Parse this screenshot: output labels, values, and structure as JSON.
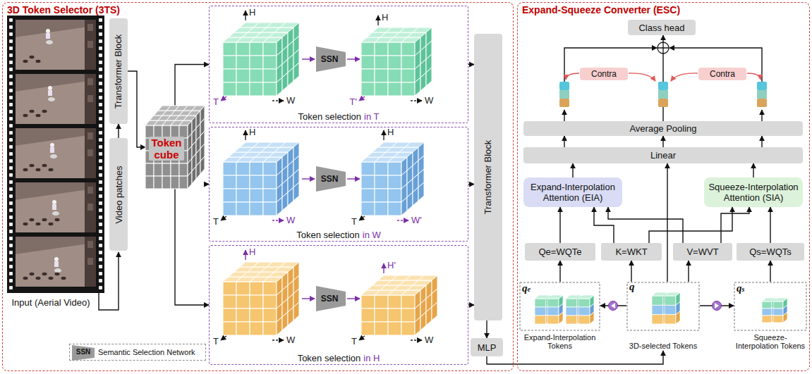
{
  "diagram": {
    "nodes": [
      {
        "text": [
          "3D Token Selector (3TS)"
        ]
      },
      {
        "text": [
          "Transformer Block"
        ],
        "in": 0
      },
      {
        "text": [
          "Video patches"
        ],
        "in": 0
      },
      {
        "text": [
          "Token cube"
        ],
        "in": 0
      },
      {
        "text": [
          "Token selection",
          "in T"
        ],
        "in": 0
      },
      {
        "text": [
          "SSN"
        ],
        "in": 4
      },
      {
        "text": [
          "Token selection",
          "in W"
        ],
        "in": 0
      },
      {
        "text": [
          "SSN"
        ],
        "in": 6
      },
      {
        "text": [
          "Token selection",
          "in H"
        ],
        "in": 0
      },
      {
        "text": [
          "SSN"
        ],
        "in": 8
      },
      {
        "text": [
          "Transformer Block"
        ],
        "in": 0
      },
      {
        "text": [
          "MLP"
        ],
        "in": 0
      },
      {
        "text": [
          "Expand-Squeeze Converter (ESC)"
        ]
      },
      {
        "text": [
          "Class head"
        ],
        "in": 12
      },
      {
        "text": [
          "Contra"
        ],
        "in": 12
      },
      {
        "text": [
          "Contra"
        ],
        "in": 12
      },
      {
        "text": [
          "Average Pooling"
        ],
        "in": 12
      },
      {
        "text": [
          "Linear"
        ],
        "in": 12
      },
      {
        "text": [
          "Expand-Interpolation Attention (EIA)"
        ],
        "in": 12
      },
      {
        "text": [
          "Squeeze-Interpolation Attention (SIA)"
        ],
        "in": 12
      },
      {
        "text": [
          "Qe=WQTe"
        ],
        "in": 12
      },
      {
        "text": [
          "K=WKT"
        ],
        "in": 12
      },
      {
        "text": [
          "V=WVT"
        ],
        "in": 12
      },
      {
        "text": [
          "Qs=WQTs"
        ],
        "in": 12
      },
      {
        "text": [
          "Expand-Interpolation Tokens"
        ],
        "in": 12
      },
      {
        "text": [
          "3D-selected Tokens"
        ],
        "in": 12
      },
      {
        "text": [
          "Squeeze-Interpolation Tokens"
        ],
        "in": 12
      }
    ],
    "edges": [
      {
        "from": 2,
        "to": 1,
        "arrow": "to"
      },
      {
        "from": 1,
        "to": 3,
        "arrow": "to"
      },
      {
        "from": 3,
        "to": 4,
        "arrow": "to"
      },
      {
        "from": 3,
        "to": 6,
        "arrow": "to"
      },
      {
        "from": 3,
        "to": 8,
        "arrow": "to"
      },
      {
        "from": 4,
        "to": 10,
        "arrow": "to"
      },
      {
        "from": 6,
        "to": 10,
        "arrow": "to"
      },
      {
        "from": 8,
        "to": 10,
        "arrow": "to"
      },
      {
        "from": 10,
        "to": 11,
        "arrow": "to"
      },
      {
        "from": 11,
        "to": 25,
        "arrow": "to"
      },
      {
        "from": 25,
        "to": 24,
        "arrow": "to"
      },
      {
        "from": 25,
        "to": 26,
        "arrow": "to"
      },
      {
        "from": 24,
        "to": 20,
        "arrow": "to"
      },
      {
        "from": 25,
        "to": 21,
        "arrow": "to"
      },
      {
        "from": 25,
        "to": 22,
        "arrow": "to"
      },
      {
        "from": 26,
        "to": 23,
        "arrow": "to"
      },
      {
        "from": 20,
        "to": 18,
        "arrow": "to"
      },
      {
        "from": 21,
        "to": 18,
        "arrow": "to"
      },
      {
        "from": 22,
        "to": 18,
        "arrow": "to"
      },
      {
        "from": 21,
        "to": 19,
        "arrow": "to"
      },
      {
        "from": 22,
        "to": 19,
        "arrow": "to"
      },
      {
        "from": 23,
        "to": 19,
        "arrow": "to"
      },
      {
        "from": 18,
        "to": 17,
        "arrow": "to"
      },
      {
        "from": 19,
        "to": 17,
        "arrow": "to"
      },
      {
        "from": 25,
        "to": 17,
        "arrow": "to"
      },
      {
        "from": 17,
        "to": 16,
        "arrow": "to"
      },
      {
        "from": 17,
        "to": 16,
        "arrow": "to"
      },
      {
        "from": 17,
        "to": 16,
        "arrow": "to"
      },
      {
        "from": 16,
        "to": 13,
        "arrow": "to"
      }
    ],
    "labels": [
      "Input (Aerial Video)",
      "SSN",
      "H",
      "W",
      "T",
      "H",
      "W",
      "T'",
      "H",
      "T",
      "W",
      "H",
      "T",
      "W'",
      "H",
      "T",
      "W",
      "H'",
      "T",
      "W",
      "qe",
      "q",
      "qs"
    ],
    "legend": [
      {
        "text": "Semantic Selection Network"
      }
    ]
  }
}
